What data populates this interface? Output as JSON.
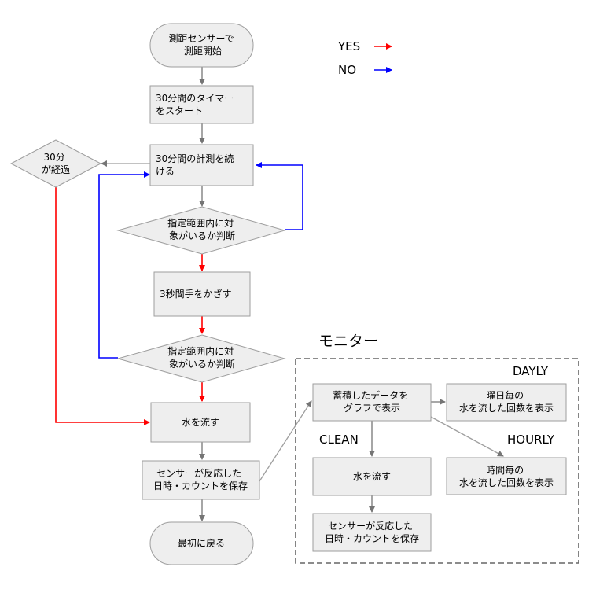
{
  "legend": {
    "yes": {
      "label": "YES",
      "color": "#ff0000"
    },
    "no": {
      "label": "NO",
      "color": "#0000ff"
    }
  },
  "colors": {
    "gray_line": "#757575",
    "node_fill": "#eeeeee",
    "node_border": "#9e9e9e"
  },
  "flow": {
    "start": [
      "測距センサーで",
      "測距開始"
    ],
    "timer": [
      "30分間のタイマー",
      "をスタート"
    ],
    "measure": [
      "30分間の計測を続",
      "ける"
    ],
    "decision1": [
      "指定範囲内に対",
      "象がいるか判断"
    ],
    "hand": [
      "3秒間手をかざす"
    ],
    "decision2": [
      "指定範囲内に対",
      "象がいるか判断"
    ],
    "elapsed": [
      "30分",
      "が経過"
    ],
    "flush": [
      "水を流す"
    ],
    "save": [
      "センサーが反応した",
      "日時・カウントを保存"
    ],
    "back": [
      "最初に戻る"
    ]
  },
  "monitor": {
    "title": "モニター",
    "dayly_label": "DAYLY",
    "hourly_label": "HOURLY",
    "clean_label": "CLEAN",
    "graph": [
      "蓄積したデータを",
      "グラフで表示"
    ],
    "weekday": [
      "曜日毎の",
      "水を流した回数を表示"
    ],
    "hourly": [
      "時間毎の",
      "水を流した回数を表示"
    ],
    "flush": [
      "水を流す"
    ],
    "save": [
      "センサーが反応した",
      "日時・カウントを保存"
    ]
  }
}
